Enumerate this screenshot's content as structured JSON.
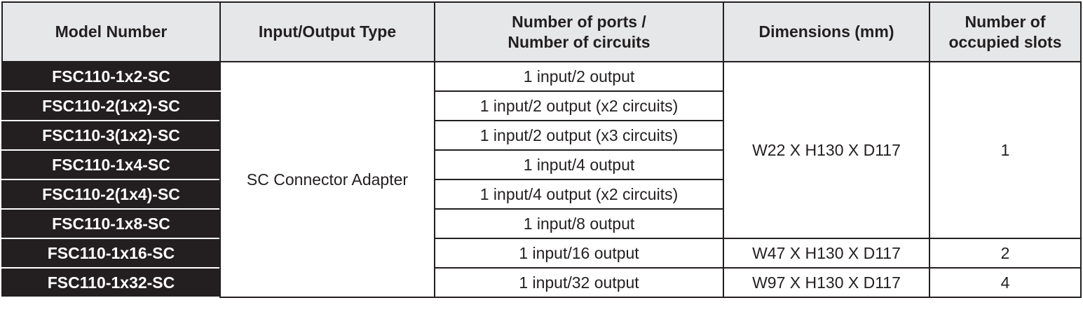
{
  "headers": {
    "model": "Model Number",
    "io_type": "Input/Output Type",
    "ports_line1": "Number of ports /",
    "ports_line2": "Number of circuits",
    "dimensions": "Dimensions (mm)",
    "slots_line1": "Number of",
    "slots_line2": "occupied slots"
  },
  "io_type": "SC Connector Adapter",
  "rows": [
    {
      "model": "FSC110-1x2-SC",
      "ports": "1 input/2 output"
    },
    {
      "model": "FSC110-2(1x2)-SC",
      "ports": "1 input/2 output (x2 circuits)"
    },
    {
      "model": "FSC110-3(1x2)-SC",
      "ports": "1 input/2 output (x3 circuits)"
    },
    {
      "model": "FSC110-1x4-SC",
      "ports": "1 input/4 output"
    },
    {
      "model": "FSC110-2(1x4)-SC",
      "ports": "1 input/4 output (x2 circuits)"
    },
    {
      "model": "FSC110-1x8-SC",
      "ports": "1 input/8 output"
    },
    {
      "model": "FSC110-1x16-SC",
      "ports": "1 input/16 output"
    },
    {
      "model": "FSC110-1x32-SC",
      "ports": "1 input/32 output"
    }
  ],
  "dimension_groups": [
    {
      "value": "W22 X H130 X D117",
      "slots": "1"
    },
    {
      "value": "W47 X H130 X D117",
      "slots": "2"
    },
    {
      "value": "W97 X H130 X D117",
      "slots": "4"
    }
  ],
  "colors": {
    "model_cell_bg": "#231f20",
    "header_bg": "#e6e7e8",
    "border": "#231f20"
  }
}
